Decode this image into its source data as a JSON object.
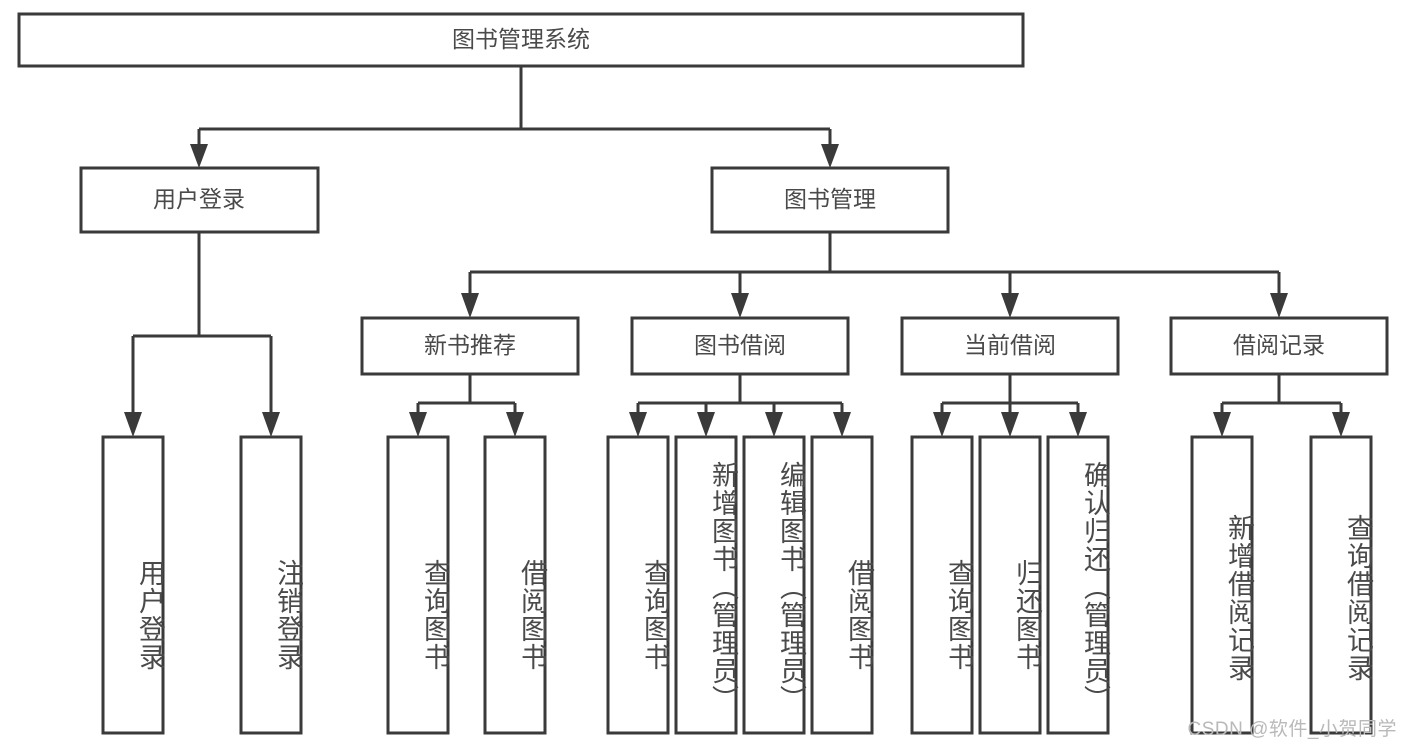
{
  "diagram": {
    "type": "tree-hierarchy",
    "title": "图书管理系统",
    "root": {
      "id": "root",
      "label": "图书管理系统",
      "orientation": "horizontal"
    },
    "level2": [
      {
        "id": "user-login",
        "label": "用户登录",
        "orientation": "horizontal"
      },
      {
        "id": "book-manage",
        "label": "图书管理",
        "orientation": "horizontal"
      }
    ],
    "level3": [
      {
        "id": "new-book-rec",
        "label": "新书推荐",
        "orientation": "horizontal",
        "parent": "book-manage"
      },
      {
        "id": "book-borrow",
        "label": "图书借阅",
        "orientation": "horizontal",
        "parent": "book-manage"
      },
      {
        "id": "current-borrow",
        "label": "当前借阅",
        "orientation": "horizontal",
        "parent": "book-manage"
      },
      {
        "id": "borrow-record",
        "label": "借阅记录",
        "orientation": "horizontal",
        "parent": "book-manage"
      }
    ],
    "leaves": [
      {
        "id": "leaf-user-login",
        "label": "用户登录",
        "parent": "user-login",
        "orientation": "vertical"
      },
      {
        "id": "leaf-user-logout",
        "label": "注销登录",
        "parent": "user-login",
        "orientation": "vertical"
      },
      {
        "id": "leaf-query-book-1",
        "label": "查询图书",
        "parent": "new-book-rec",
        "orientation": "vertical"
      },
      {
        "id": "leaf-borrow-book-1",
        "label": "借阅图书",
        "parent": "new-book-rec",
        "orientation": "vertical"
      },
      {
        "id": "leaf-query-book-2",
        "label": "查询图书",
        "parent": "book-borrow",
        "orientation": "vertical"
      },
      {
        "id": "leaf-add-book",
        "label": "新增图书（管理员）",
        "parent": "book-borrow",
        "orientation": "vertical"
      },
      {
        "id": "leaf-edit-book",
        "label": "编辑图书（管理员）",
        "parent": "book-borrow",
        "orientation": "vertical"
      },
      {
        "id": "leaf-borrow-book-2",
        "label": "借阅图书",
        "parent": "book-borrow",
        "orientation": "vertical"
      },
      {
        "id": "leaf-query-book-3",
        "label": "查询图书",
        "parent": "current-borrow",
        "orientation": "vertical"
      },
      {
        "id": "leaf-return-book",
        "label": "归还图书",
        "parent": "current-borrow",
        "orientation": "vertical"
      },
      {
        "id": "leaf-confirm-return",
        "label": "确认归还（管理员）",
        "parent": "current-borrow",
        "orientation": "vertical"
      },
      {
        "id": "leaf-add-record",
        "label": "新增借阅记录",
        "parent": "borrow-record",
        "orientation": "vertical"
      },
      {
        "id": "leaf-query-record",
        "label": "查询借阅记录",
        "parent": "borrow-record",
        "orientation": "vertical"
      }
    ],
    "colors": {
      "stroke": "#3a3a3a",
      "fill": "#ffffff",
      "text": "#4a4a4a",
      "watermark": "#b9b9b9",
      "background": "#ffffff"
    }
  },
  "watermark": {
    "text": "CSDN @软件_小贺同学"
  }
}
